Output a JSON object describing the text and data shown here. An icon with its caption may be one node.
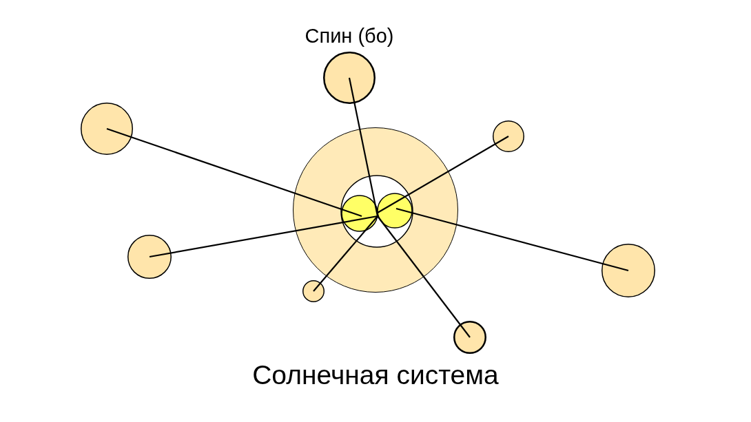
{
  "diagram": {
    "caption": "Солнечная система",
    "nodes": [
      {
        "text": [],
        "shape": "circle"
      },
      {
        "text": [],
        "shape": "circle",
        "in": 0
      },
      {
        "text": [],
        "shape": "circle",
        "in": 0
      },
      {
        "text": [
          "Спин (бо)"
        ]
      },
      {
        "text": [],
        "shape": "circle"
      },
      {
        "text": [],
        "shape": "circle"
      },
      {
        "text": [],
        "shape": "circle"
      },
      {
        "text": [],
        "shape": "circle"
      },
      {
        "text": [],
        "shape": "circle"
      },
      {
        "text": [],
        "shape": "circle"
      }
    ],
    "edges": [
      {
        "from": 3,
        "to": 1,
        "arrow": "none"
      },
      {
        "from": 4,
        "to": 1,
        "arrow": "none"
      },
      {
        "from": 5,
        "to": 2,
        "arrow": "none"
      },
      {
        "from": 6,
        "to": 1,
        "arrow": "none"
      },
      {
        "from": 7,
        "to": 2,
        "arrow": "none"
      },
      {
        "from": 8,
        "to": 1,
        "arrow": "none"
      },
      {
        "from": 9,
        "to": 1,
        "arrow": "none"
      }
    ]
  }
}
